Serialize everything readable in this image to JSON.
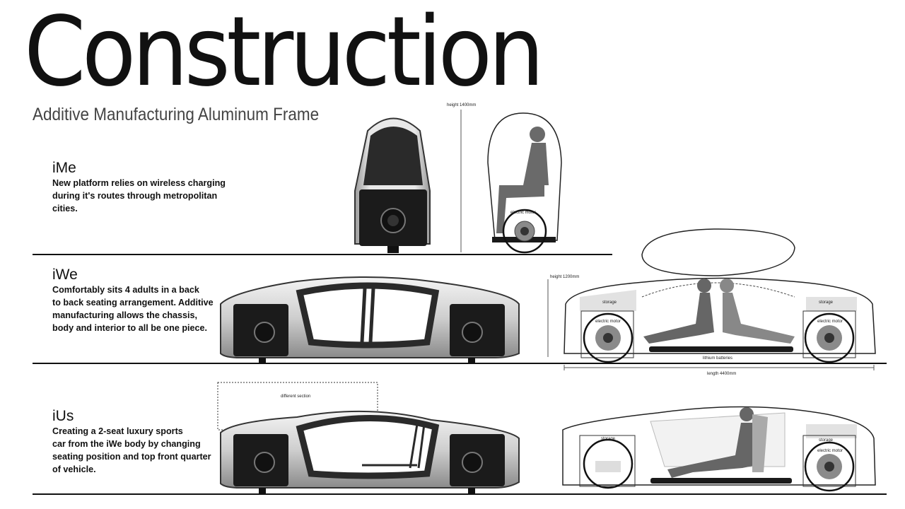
{
  "header": {
    "title": "Construction",
    "subtitle": "Additive Manufacturing Aluminum Frame"
  },
  "sections": [
    {
      "name": "iMe",
      "description_lines": [
        "New platform relies on wireless charging",
        "during it's routes through metropolitan",
        "cities."
      ]
    },
    {
      "name": "iWe",
      "description_lines": [
        "Comfortably sits 4 adults in a back",
        "to back seating arrangement. Additive",
        "manufacturing allows the chassis,",
        "body and interior to all be one piece."
      ]
    },
    {
      "name": "iUs",
      "description_lines": [
        "Creating a 2-seat luxury sports",
        "car from the iWe body by changing",
        "seating position and top front quarter",
        "of vehicle."
      ]
    }
  ],
  "annotations": {
    "ime_height": "height 1400mm",
    "ime_motor": "electric motor",
    "iwe_height": "height 1200mm",
    "iwe_storage_left": "storage",
    "iwe_storage_right": "storage",
    "iwe_motor_left": "electric motor",
    "iwe_motor_right": "electric motor",
    "iwe_batteries": "lithium batteries",
    "iwe_length": "length 4400mm",
    "ius_different_section": "different section",
    "ius_storage_left": "storage",
    "ius_storage_right": "storage",
    "ius_motor_right": "electric motor"
  },
  "colors": {
    "ink": "#111111",
    "body_silver": "#d8d8d8",
    "wheel_housing": "#1c1c1c",
    "figure_grey": "#666666",
    "storage_grey": "#e2e2e2"
  }
}
